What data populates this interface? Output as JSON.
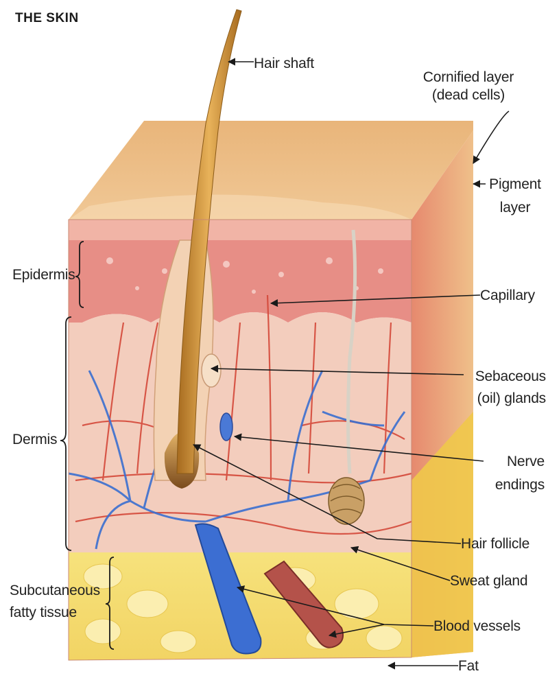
{
  "title": "THE SKIN",
  "labels": {
    "hair_shaft": "Hair shaft",
    "cornified_line1": "Cornified layer",
    "cornified_line2": "(dead cells)",
    "pigment_line1": "Pigment",
    "pigment_line2": "layer",
    "capillary": "Capillary",
    "sebaceous_line1": "Sebaceous",
    "sebaceous_line2": "(oil) glands",
    "nerve_line1": "Nerve",
    "nerve_line2": "endings",
    "hair_follicle": "Hair follicle",
    "sweat_gland": "Sweat gland",
    "blood_vessels": "Blood vessels",
    "fat": "Fat",
    "epidermis": "Epidermis",
    "dermis": "Dermis",
    "subcutaneous_line1": "Subcutaneous",
    "subcutaneous_line2": "fatty tissue"
  },
  "colors": {
    "surface": "#e8b478",
    "epidermis": "#e89a90",
    "dermis": "#f4cfc0",
    "fat": "#f3de74",
    "side_face": "#e3a36a",
    "vein": "#3a6fd0",
    "artery": "#d44a3a",
    "hair": "#c8902e",
    "leader": "#1a1a1a"
  }
}
